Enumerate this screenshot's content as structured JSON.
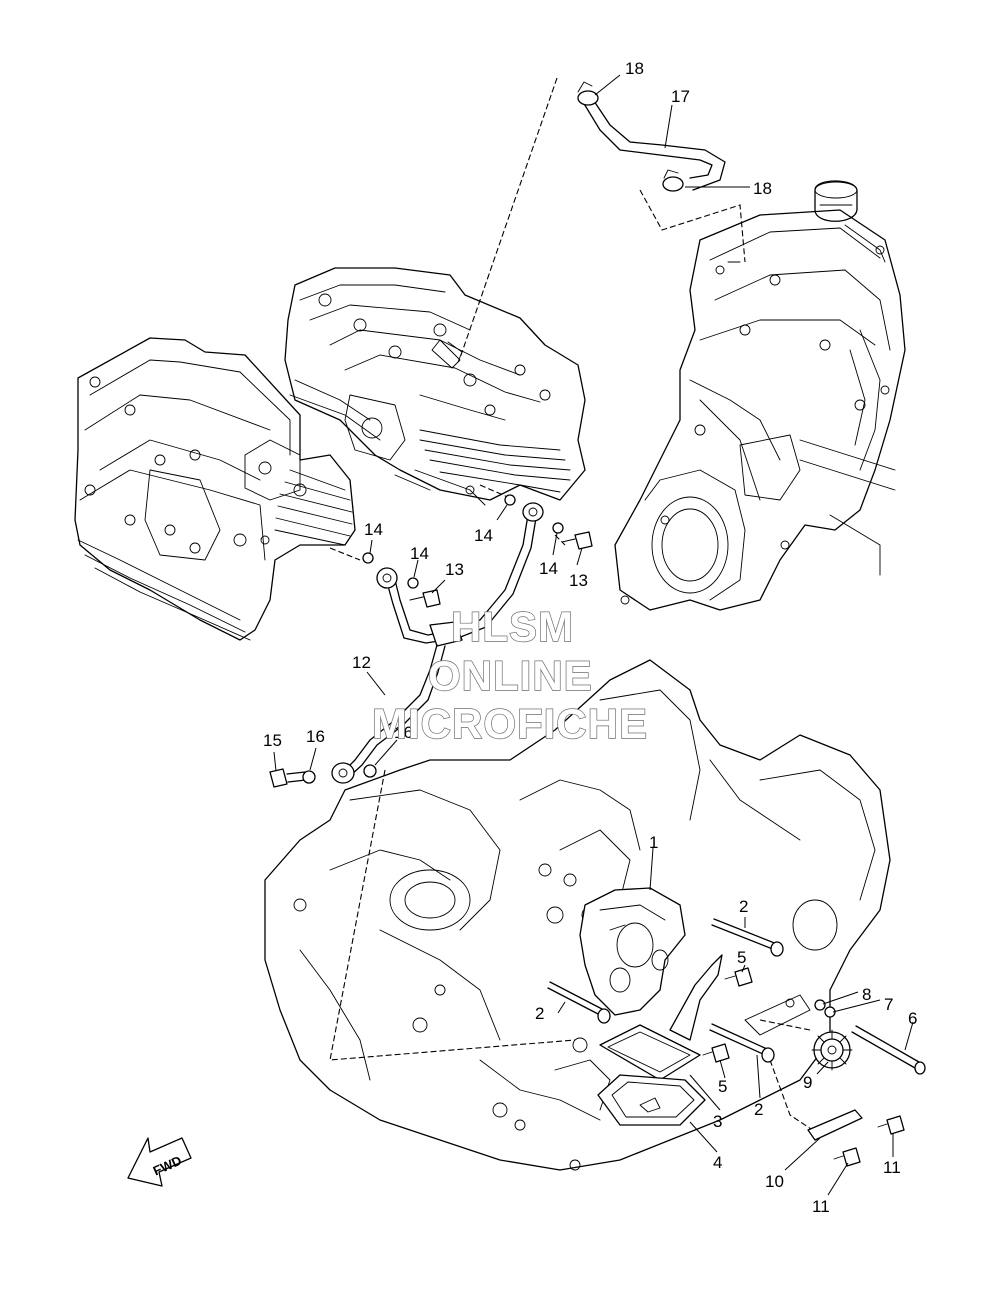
{
  "watermark": {
    "line1": "HLSM",
    "line2": "ONLINE",
    "line3": "MICROFICHE"
  },
  "direction_label": "FWD",
  "callouts": {
    "c1": "1",
    "c2a": "2",
    "c2b": "2",
    "c2c": "2",
    "c3": "3",
    "c4": "4",
    "c5a": "5",
    "c5b": "5",
    "c6": "6",
    "c7": "7",
    "c8": "8",
    "c9": "9",
    "c10": "10",
    "c11a": "11",
    "c11b": "11",
    "c12": "12",
    "c13a": "13",
    "c13b": "13",
    "c14a": "14",
    "c14b": "14",
    "c14c": "14",
    "c14d": "14",
    "c15": "15",
    "c16a": "16",
    "c16b": "16",
    "c17": "17",
    "c18a": "18",
    "c18b": "18"
  }
}
